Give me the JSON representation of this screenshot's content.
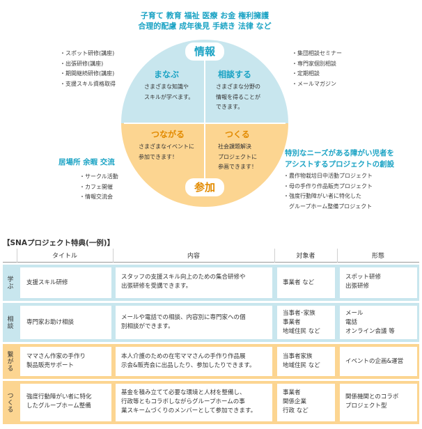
{
  "colors": {
    "teal": "#1ba3c4",
    "light_blue": "#c8e6ee",
    "light_orange": "#fcd591",
    "orange": "#e28a00"
  },
  "top_categories": [
    "子育て 教育 福祉 医療 お金 権利擁護",
    "合理的配慮 成年後見 手続き 法律 など"
  ],
  "left_top_list": [
    "・スポット研修(講座)",
    "・出張研修(講座)",
    "・期間継続研修(講座)",
    "・支援スキル資格取得"
  ],
  "right_top_list": [
    "・集団相談セミナー",
    "・専門家個別相談",
    "・定期相談",
    "・メールマガジン"
  ],
  "circle": {
    "top_label": "情報",
    "bottom_label": "参加",
    "manabu": {
      "title": "まなぶ",
      "desc": [
        "さまざまな知識や",
        "スキルが学べます。"
      ]
    },
    "soudan": {
      "title": "相談する",
      "desc": [
        "さまざまな分野の",
        "情報を得ることが",
        "できます。"
      ]
    },
    "tsunagaru": {
      "title": "つながる",
      "desc": [
        "さまざまなイベントに",
        "参加できます！"
      ]
    },
    "tsukuru": {
      "title": "つくる",
      "desc": [
        "社会課題解決",
        "プロジェクトに",
        "参画できます！"
      ]
    }
  },
  "left_bottom": {
    "heading": "居場所 余暇 交流",
    "items": [
      "・サークル活動",
      "・カフェ開催",
      "・情報交流会"
    ]
  },
  "right_bottom": {
    "heading": [
      "特別なニーズがある障がい児者を",
      "アシストするプロジェクトの創設"
    ],
    "items": [
      "・農作物栽培日中活動プロジェクト",
      "・母の手作り作品販売プロジェクト",
      "・強度行動障がい者に特化した",
      "　グループホーム整備プロジェクト"
    ]
  },
  "table": {
    "title": "【SNAプロジェクト特典(一例)】",
    "headers": [
      "タイトル",
      "内容",
      "対象者",
      "形態"
    ],
    "rows": [
      {
        "side": "学ぶ",
        "title": [
          "支援スキル研修"
        ],
        "content": [
          "スタッフの支援スキル向上のための集合研修や",
          "出張研修を受講できます。"
        ],
        "target": [
          "事業者 など"
        ],
        "form": [
          "スポット研修",
          "出張研修"
        ]
      },
      {
        "side": "相談",
        "title": [
          "専門家お助け相談"
        ],
        "content": [
          "メールや電話での相談、内容別に専門家への個",
          "別相談ができます。"
        ],
        "target": [
          "当事者･家族",
          "事業者",
          "地域住民 など"
        ],
        "form": [
          "メール",
          "電話",
          "オンライン会議 等"
        ]
      },
      {
        "side": "繋がる",
        "title": [
          "ママさん作家の手作り",
          "製品販売サポート"
        ],
        "content": [
          "本人介護のための在宅ママさんの手作り作品展",
          "示会&販売会に出品したり、参加したりできます。"
        ],
        "target": [
          "当事者家族",
          "地域住民 など"
        ],
        "form": [
          "イベントの企画&運営"
        ]
      },
      {
        "side": "つくる",
        "title": [
          "強度行動障がい者に特化",
          "したグループホーム整備"
        ],
        "content": [
          "基金を積み立てて必要な環境と人材を整備し、",
          "行政等ともコラボしながらグループホームの事",
          "業スキームづくりのメンバーとして参加できます。"
        ],
        "target": [
          "事業者",
          "関係企業",
          "行政 など"
        ],
        "form": [
          "関係機関とのコラボ",
          "プロジェクト型"
        ]
      }
    ]
  }
}
